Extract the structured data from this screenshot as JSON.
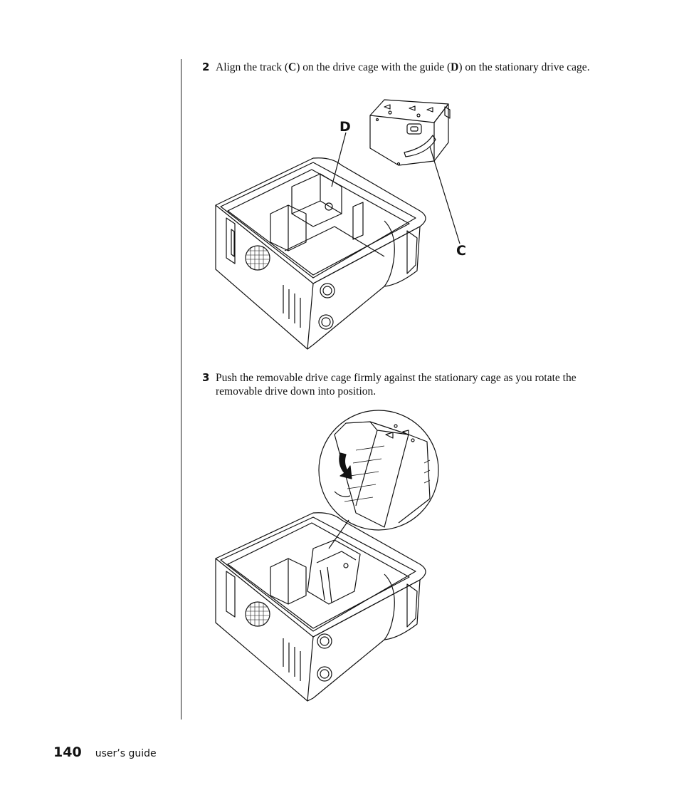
{
  "steps": [
    {
      "number": "2",
      "text_1": "Align the track (",
      "bold_1": "C",
      "text_2": ") on the drive cage with the guide (",
      "bold_2": "D",
      "text_3": ") on the stationary drive cage."
    },
    {
      "number": "3",
      "text": "Push the removable drive cage firmly against the stationary cage as you rotate the removable drive down into position."
    }
  ],
  "figure1": {
    "callout_d": "D",
    "callout_c": "C"
  },
  "footer": {
    "page_number": "140",
    "title": "user’s guide"
  }
}
